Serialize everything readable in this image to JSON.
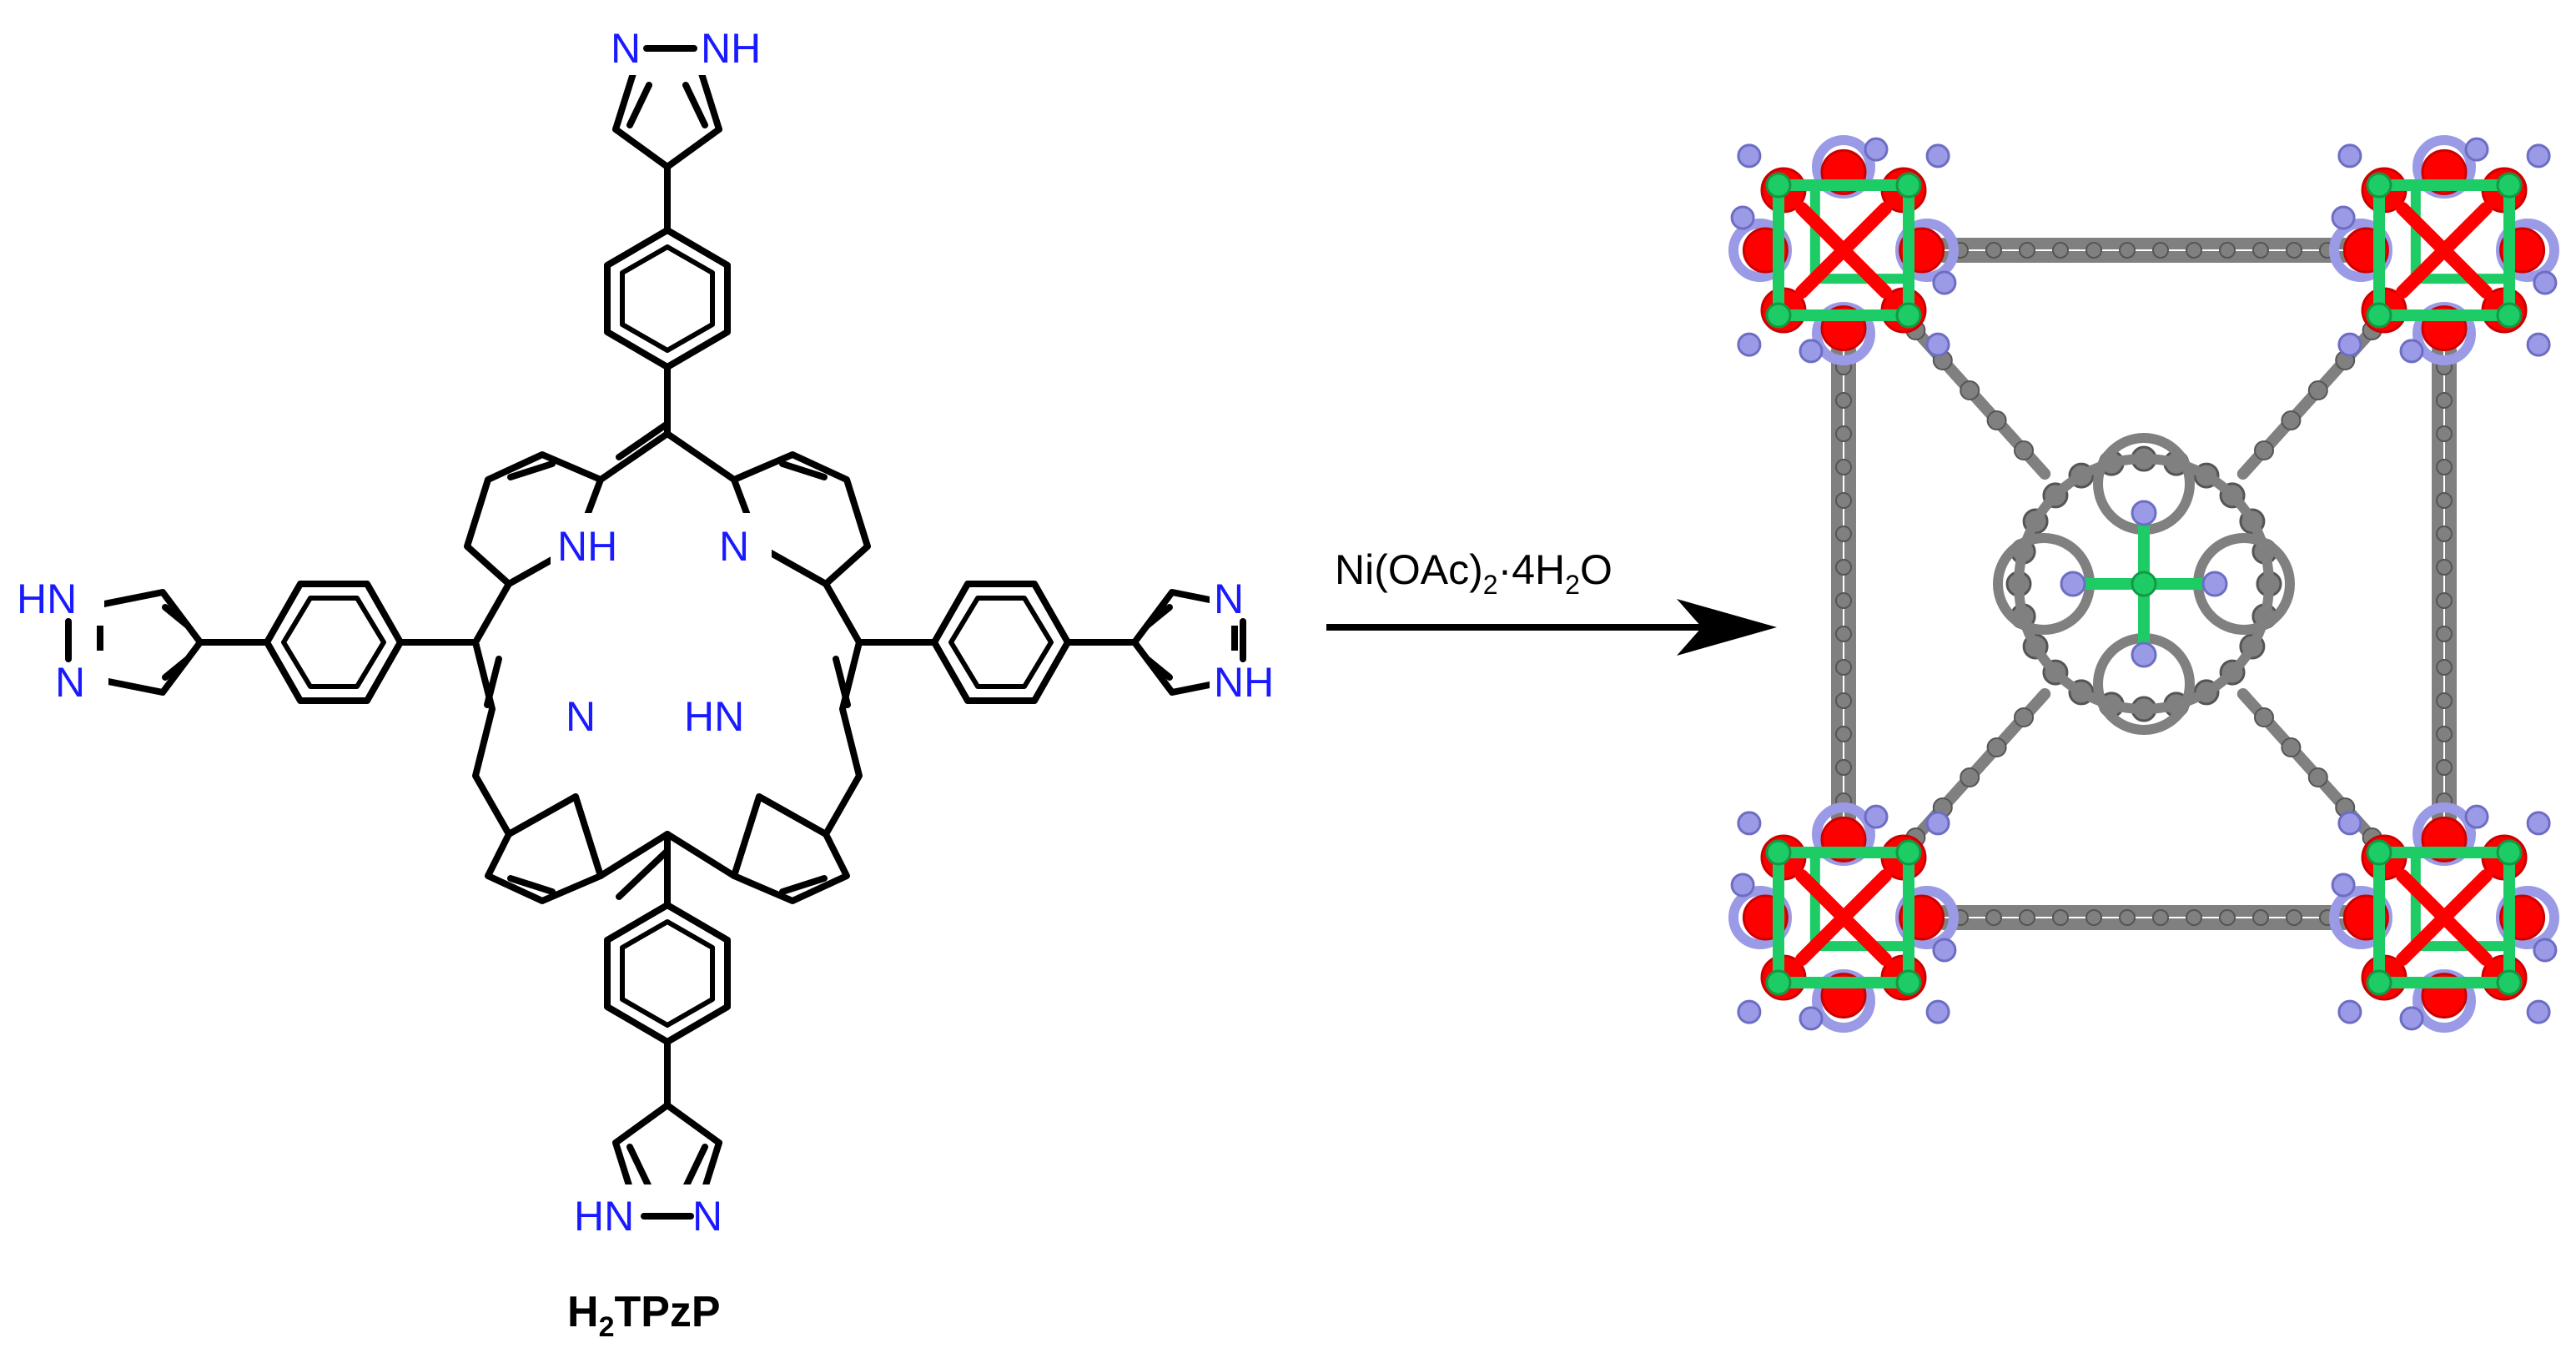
{
  "ligand": {
    "label_main": "H",
    "label_sub": "2",
    "label_rest": "TPzP",
    "core_labels": [
      "NH",
      "N",
      "N",
      "HN"
    ],
    "pz_top": [
      "N",
      "NH"
    ],
    "pz_bottom": [
      "HN",
      "N"
    ],
    "pz_left": [
      "HN",
      "N"
    ],
    "pz_right": [
      "N",
      "NH"
    ]
  },
  "reaction": {
    "reagent_a": "Ni(OAc)",
    "reagent_b": "2",
    "reagent_c": "·4H",
    "reagent_d": "2",
    "reagent_e": "O"
  },
  "colors": {
    "carbon": "#808080",
    "nitrogen": "#9a9ae6",
    "oxygen": "#ff0000",
    "nickel": "#1ecc66",
    "hetero_label": "#1a1aff"
  }
}
